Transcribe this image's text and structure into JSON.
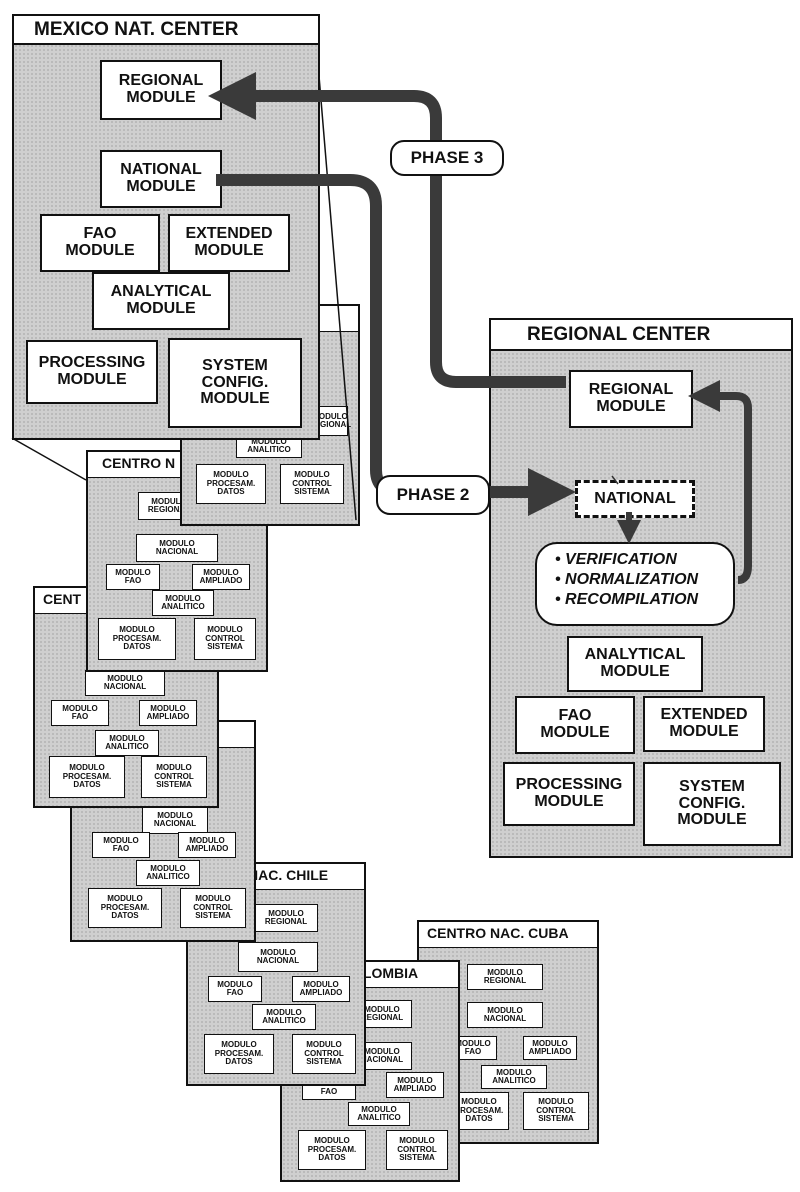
{
  "mexico_center": {
    "title": "MEXICO NAT. CENTER",
    "regional": "REGIONAL\nMODULE",
    "national": "NATIONAL\nMODULE",
    "fao": "FAO\nMODULE",
    "extended": "EXTENDED\nMODULE",
    "analytical": "ANALYTICAL\nMODULE",
    "processing": "PROCESSING\nMODULE",
    "system": "SYSTEM\nCONFIG.\nMODULE"
  },
  "regional_center": {
    "title": "REGIONAL CENTER",
    "regional": "REGIONAL\nMODULE",
    "national": "NATIONAL",
    "steps": [
      "• VERIFICATION",
      "• NORMALIZATION",
      "• RECOMPILATION"
    ],
    "analytical": "ANALYTICAL\nMODULE",
    "fao": "FAO\nMODULE",
    "extended": "EXTENDED\nMODULE",
    "processing": "PROCESSING\nMODULE",
    "system": "SYSTEM\nCONFIG.\nMODULE"
  },
  "phases": {
    "phase3": "PHASE 3",
    "phase2": "PHASE 2"
  },
  "spanish_modules": {
    "regional": "MODULO\nREGIONAL",
    "nacional": "MODULO\nNACIONAL",
    "fao": "MODULO\nFAO",
    "ampliado": "MODULO\nAMPLIADO",
    "analitico": "MODULO\nANALITICO",
    "procesam": "MODULO\nPROCESAM.\nDATOS",
    "control": "MODULO\nCONTROL\nSISTEMA"
  },
  "stack_titles": {
    "centro_n": "CENTRO N",
    "centro": "CENT",
    "chile": "NAC. CHILE",
    "colombia": "OLOMBIA",
    "cuba": "CENTRO NAC. CUBA"
  },
  "colors": {
    "ink": "#111111",
    "panel_fill": "#cfcfcf",
    "arrow": "#3a3a3a"
  }
}
